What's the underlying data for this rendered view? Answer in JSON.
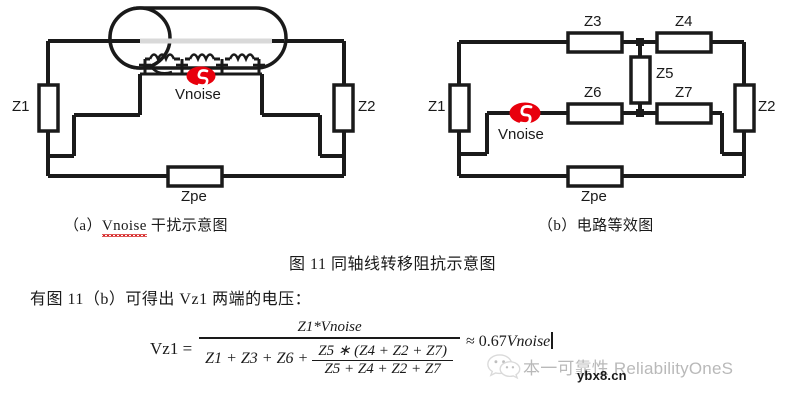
{
  "document": {
    "figure_title": "图 11  同轴线转移阻抗示意图",
    "body_text": "有图 11（b）可得出 Vz1 两端的电压："
  },
  "figure_a": {
    "caption_prefix": "（a）",
    "caption_term": "Vnoise",
    "caption_suffix": " 干扰示意图",
    "labels": {
      "z1": "Z1",
      "z2": "Z2",
      "zpe": "Zpe",
      "vnoise": "Vnoise"
    }
  },
  "figure_b": {
    "caption": "（b）电路等效图",
    "labels": {
      "z1": "Z1",
      "z2": "Z2",
      "z3": "Z3",
      "z4": "Z4",
      "z5": "Z5",
      "z6": "Z6",
      "z7": "Z7",
      "zpe": "Zpe",
      "vnoise": "Vnoise"
    }
  },
  "equation": {
    "lhs": "Vz1 =",
    "numerator": "Z1*Vnoise",
    "denominator_prefix": "Z1 + Z3 + Z6 +",
    "inner_numerator": "Z5 ∗   (Z4 + Z2 + Z7)",
    "inner_denominator": "Z5 + Z4 + Z2 + Z7",
    "approx_symbol": "≈",
    "result_value": "0.67",
    "result_unit": "Vnoise"
  },
  "watermark": {
    "text": "本一可靠性 ReliabilityOneS",
    "url": "ybx8.cn"
  },
  "colors": {
    "ink": "#1a1a1a",
    "source_red": "#e8000d",
    "spellcheck_red": "#d42020",
    "watermark_gray": "#b9b9b9"
  }
}
